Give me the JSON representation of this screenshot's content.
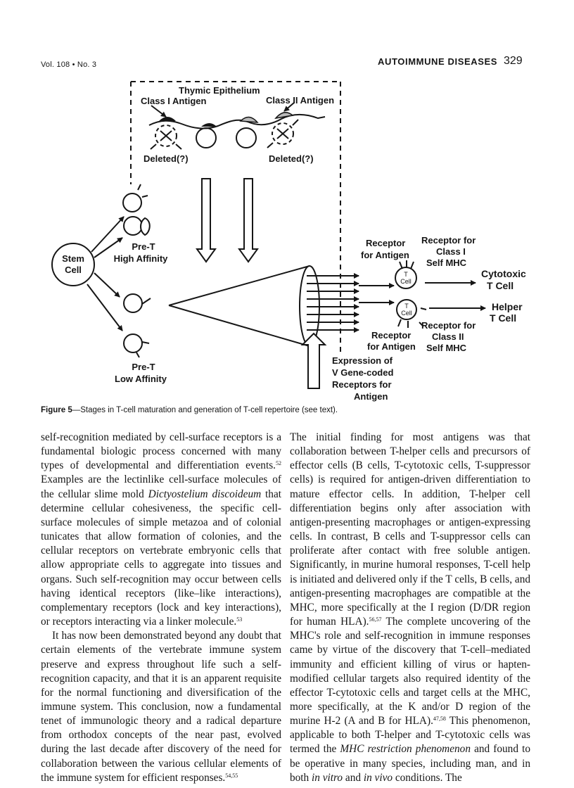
{
  "header": {
    "journal": "Vol. 108 • No. 3",
    "section": "AUTOIMMUNE DISEASES",
    "page": "329"
  },
  "figure": {
    "thymic_epithelium": "Thymic Epithelium",
    "class1_antigen": "Class I Antigen",
    "class2_antigen": "Class II Antigen",
    "deleted_left": "Deleted(?)",
    "deleted_right": "Deleted(?)",
    "stem": "Stem",
    "cell": "Cell",
    "pre_t_high_1": "Pre-T",
    "pre_t_high_2": "High Affinity",
    "pre_t_low_1": "Pre-T",
    "pre_t_low_2": "Low Affinity",
    "expression": [
      "Expression of",
      "V Gene-coded",
      "Receptors for",
      "Antigen"
    ],
    "receptor_antigen_top": [
      "Receptor",
      "for Antigen"
    ],
    "receptor_class1": [
      "Receptor for",
      "Class I",
      "Self MHC"
    ],
    "t_label": "T",
    "cell_label": "Cell",
    "cytotoxic": [
      "Cytotoxic",
      "T Cell"
    ],
    "helper": [
      "Helper",
      "T Cell"
    ],
    "receptor_antigen_bottom": [
      "Receptor",
      "for Antigen"
    ],
    "receptor_class2": [
      "Receptor for",
      "Class II",
      "Self MHC"
    ]
  },
  "caption": {
    "label": "Figure 5",
    "text": "—Stages in T-cell maturation and generation of T-cell repertoire (see text)."
  },
  "left_column": {
    "p1_a": "self-recognition mediated by cell-surface receptors is a fundamental biologic process concerned with many types of developmental and differentiation events.",
    "p1_ref1": "52",
    "p1_b": " Examples are the lectinlike cell-surface molecules of the cellular slime mold ",
    "p1_italic": "Dictyostelium discoideum",
    "p1_c": " that determine cellular cohesiveness, the specific cell-surface molecules of simple metazoa and of colonial tunicates that allow formation of colonies, and the cellular receptors on vertebrate embryonic cells that allow appropriate cells to aggregate into tissues and organs. Such self-recognition may occur between cells having identical receptors (like–like interactions), complementary receptors (lock and key interactions), or receptors interacting via a linker molecule.",
    "p1_ref2": "53",
    "p2_a": "It has now been demonstrated beyond any doubt that certain elements of the vertebrate immune system preserve and express throughout life such a self-recognition capacity, and that it is an apparent requisite for the normal functioning and diversification of the immune system. This conclusion, now a fundamental tenet of immunologic theory and a radical departure from orthodox concepts of the near past, evolved during the last decade after discovery of the need for collaboration between the various cellular elements of the immune system for efficient responses.",
    "p2_ref": "54,55"
  },
  "right_column": {
    "a": "The initial finding for most antigens was that collaboration between T-helper cells and precursors of effector cells (B cells, T-cytotoxic cells, T-suppressor cells) is required for antigen-driven differentiation to mature effector cells. In addition, T-helper cell differentiation begins only after association with antigen-presenting macrophages or antigen-expressing cells. In contrast, B cells and T-suppressor cells can proliferate after contact with free soluble antigen. Significantly, in murine humoral responses, T-cell help is initiated and delivered only if the T cells, B cells, and antigen-presenting macrophages are compatible at the MHC, more specifically at the I region (D/DR region for human HLA).",
    "ref1": "56,57",
    "b": " The complete uncovering of the MHC's role and self-recognition in immune responses came by virtue of the discovery that T-cell–mediated immunity and efficient killing of virus or hapten-modified cellular targets also required identity of the effector T-cytotoxic cells and target cells at the MHC, more specifically, at the K and/or D region of the murine H-2 (A and B for HLA).",
    "ref2": "47,58",
    "c": " This phenomenon, applicable to both T-helper and T-cytotoxic cells was termed the ",
    "italic1": "MHC restriction phenomenon",
    "d": " and found to be operative in many species, including man, and in both ",
    "italic2": "in vitro",
    "e": " and ",
    "italic3": "in vivo",
    "f": " conditions. The"
  }
}
